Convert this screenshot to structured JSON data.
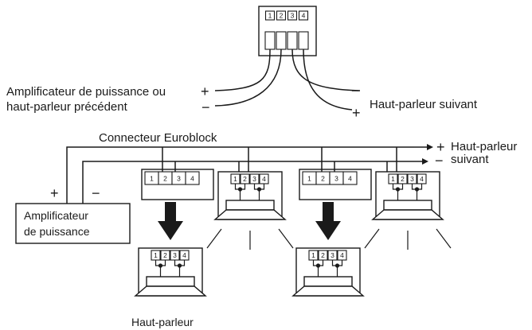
{
  "top": {
    "pins": [
      "1",
      "2",
      "3",
      "4"
    ],
    "left_label_line1": "Amplificateur de puissance ou",
    "left_label_line2": "haut-parleur précédent",
    "right_label": "Haut-parleur suivant",
    "plus": "+",
    "minus": "−"
  },
  "bottom": {
    "connector_label": "Connecteur Euroblock",
    "amp_label_line1": "Amplificateur",
    "amp_label_line2": "de puissance",
    "next_label_line1": "Haut-parleur",
    "next_label_line2": "suivant",
    "speaker_label": "Haut-parleur",
    "plus": "+",
    "minus": "−",
    "pins": [
      "1",
      "2",
      "3",
      "4"
    ]
  }
}
